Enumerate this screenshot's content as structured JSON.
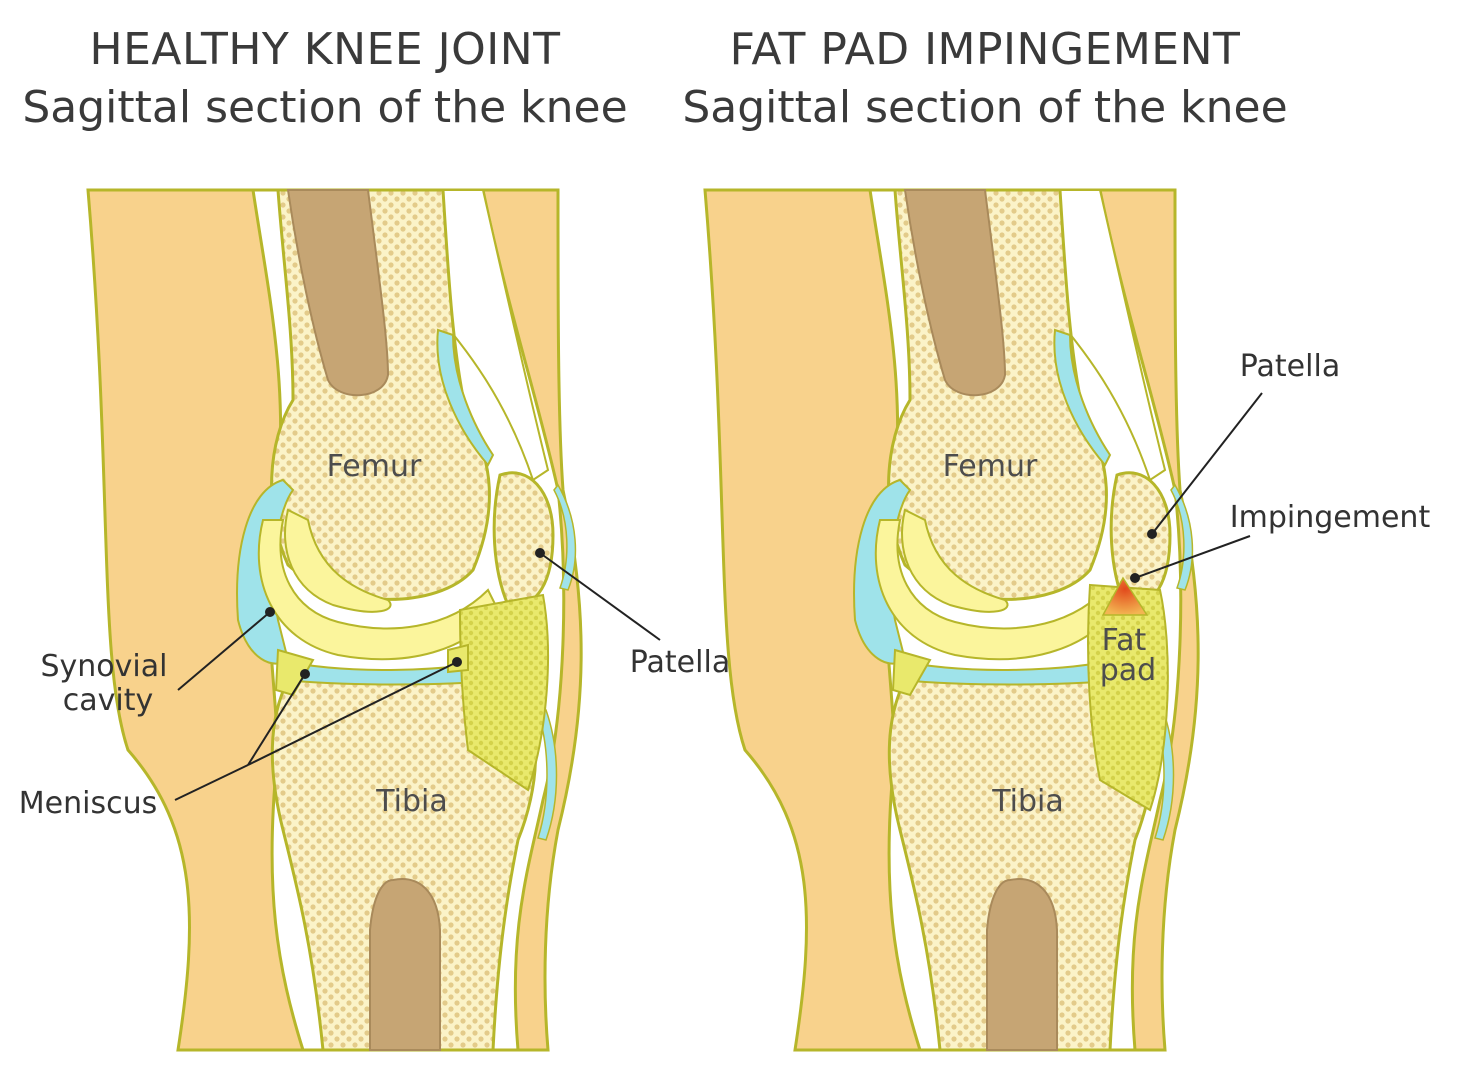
{
  "left_panel": {
    "title": "HEALTHY KNEE JOINT",
    "subtitle": "Sagittal section of the knee",
    "labels": {
      "femur": "Femur",
      "tibia": "Tibia",
      "patella": "Patella",
      "synovial_line1": "Synovial",
      "synovial_line2": "cavity",
      "meniscus": "Meniscus"
    }
  },
  "right_panel": {
    "title": "FAT PAD IMPINGEMENT",
    "subtitle": "Sagittal section of the knee",
    "labels": {
      "femur": "Femur",
      "tibia": "Tibia",
      "patella": "Patella",
      "impingement": "Impingement",
      "fat_line1": "Fat",
      "fat_line2": "pad"
    }
  },
  "colors": {
    "skin": "#f8d28c",
    "outline": "#b6b62a",
    "bone": "#fbf3c8",
    "marrow": "#c6a574",
    "cartilage": "#fbf59c",
    "synovial": "#9fe3ea",
    "muscle": "#d9603a",
    "fatpad": "#e8e86a",
    "impingement": "#e8702a"
  }
}
